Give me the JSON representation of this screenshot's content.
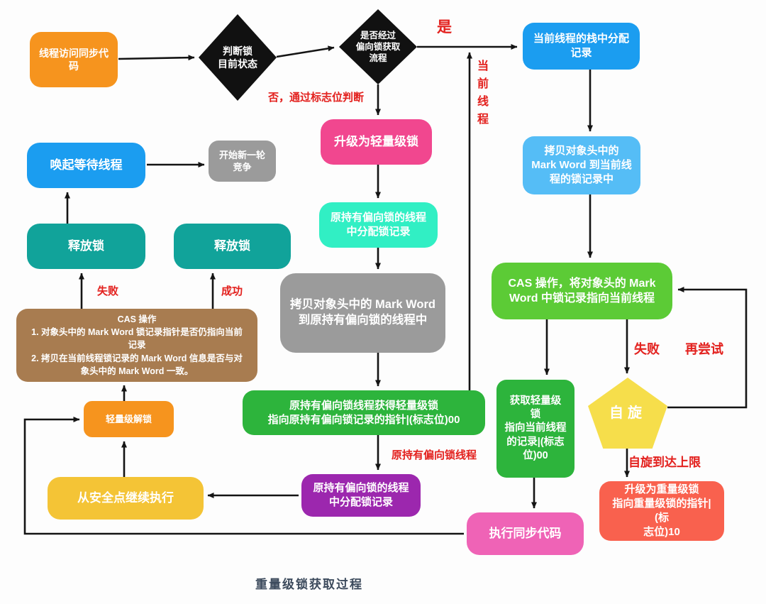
{
  "caption": "重量级锁获取过程",
  "palette": {
    "orange": "#f6941e",
    "blue": "#1b9df0",
    "light_blue": "#55bdf6",
    "bright_green": "#5ccb36",
    "green": "#2db43c",
    "yellow_pentagon": "#f6de4b",
    "tomato": "#f9614e",
    "pink": "#ef63b6",
    "hot_pink": "#f1478f",
    "turquoise": "#31efc4",
    "gray": "#9b9b9b",
    "purple": "#9c27ae",
    "gold": "#f4c436",
    "brown": "#a87c50",
    "teal": "#11a39a",
    "diamond_black": "#111111",
    "edge_label_red": "#e3221f",
    "caption_color": "#3c4a5c"
  },
  "nodes": {
    "start": {
      "label": "线程访问同步代码"
    },
    "judge_lock_state": {
      "label": "判断锁\n目前状态"
    },
    "biased_flow_check": {
      "label": "是否经过\n偏向锁获取\n流程"
    },
    "alloc_record_stack": {
      "label": "当前线程的栈中分配\n记录"
    },
    "copy_markword_current": {
      "label": "拷贝对象头中的\nMark Word 到当前线\n程的锁记录中"
    },
    "cas_point_current": {
      "label": "CAS 操作，将对象头的 Mark\nWord 中锁记录指向当前线程"
    },
    "acquire_lightweight": {
      "label": "获取轻量级\n锁\n指向当前线程\n的记录|(标志\n位)00"
    },
    "spin": {
      "label": "自旋"
    },
    "upgrade_heavyweight": {
      "label": "升级为重量级锁\n指向重量级锁的指针|(标\n志位)10"
    },
    "exec_sync_code": {
      "label": "执行同步代码"
    },
    "upgrade_lightweight": {
      "label": "升级为轻量级锁"
    },
    "orig_thread_alloc_record": {
      "label": "原持有偏向锁的线程\n中分配锁记录"
    },
    "copy_markword_orig": {
      "label": "拷贝对象头中的 Mark Word\n到原持有偏向锁的线程中"
    },
    "orig_thread_gets_lock": {
      "label": "原持有偏向锁线程获得轻量级锁\n指向原持有偏向锁记录的指针|(标志位)00"
    },
    "orig_thread_alloc_record2": {
      "label": "原持有偏向锁的线程\n中分配锁记录"
    },
    "resume_safepoint": {
      "label": "从安全点继续执行"
    },
    "lightweight_unlock": {
      "label": "轻量级解锁"
    },
    "cas_check": {
      "label": "CAS 操作\n1. 对象头中的 Mark Word 锁记录指针是否仍指向当前\n记录\n2. 拷贝在当前线程锁记录的 Mark Word 信息是否与对\n象头中的 Mark Word 一致。"
    },
    "release_lock_left": {
      "label": "释放锁"
    },
    "release_lock_right": {
      "label": "释放锁"
    },
    "wake_waiting_threads": {
      "label": "唤起等待线程"
    },
    "new_round_contention": {
      "label": "开始新一轮\n竞争"
    }
  },
  "edge_labels": {
    "yes": "是",
    "current_thread": "当前线程",
    "no_by_flag": "否，通过标志位判断",
    "fail_left": "失败",
    "success": "成功",
    "orig_biased_thread": "原持有偏向锁线程",
    "fail_right": "失败",
    "retry": "再尝试",
    "spin_limit": "自旋到达上限"
  }
}
